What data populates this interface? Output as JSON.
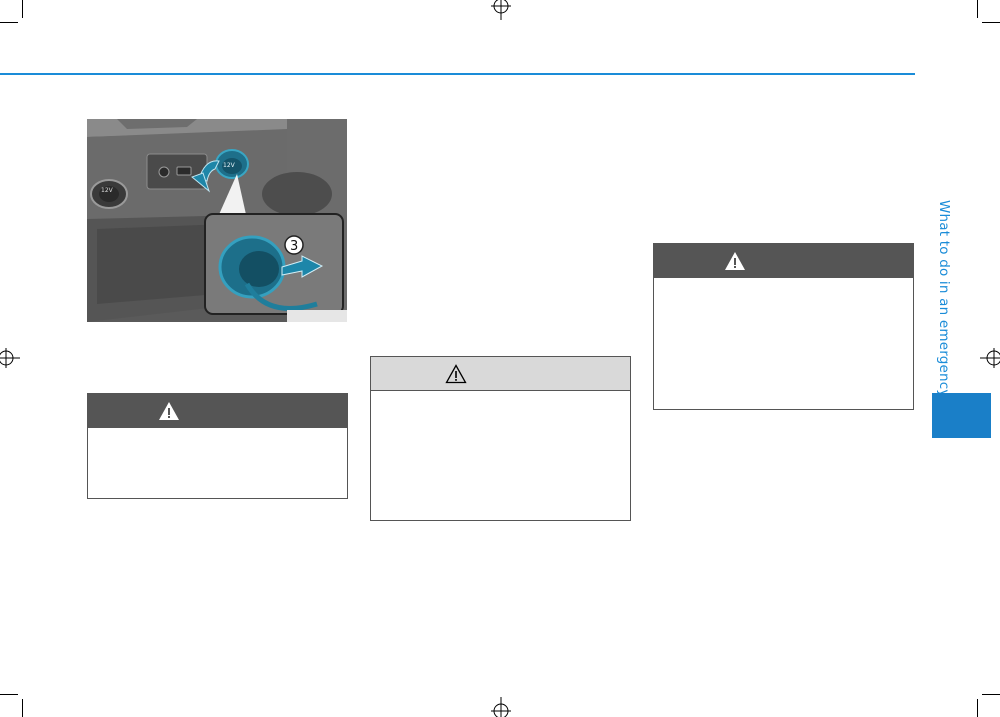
{
  "side_tab": {
    "label": "What to do in an emergency",
    "color": "#1a8cd8"
  },
  "figure": {
    "description_labels": [
      "12V",
      "12V",
      "3"
    ],
    "code": ""
  },
  "warnings": [
    {
      "heading": "",
      "style": "dark",
      "icon": "warning-triangle-icon"
    },
    {
      "heading": "",
      "style": "light",
      "icon": "warning-triangle-outline-icon"
    },
    {
      "heading": "",
      "style": "dark",
      "icon": "warning-triangle-icon"
    }
  ],
  "colors": {
    "accent": "#1a8cd8",
    "tab_block": "#1a7fc8",
    "warning_header_dark": "#555555",
    "warning_header_light": "#d9d9d9"
  }
}
